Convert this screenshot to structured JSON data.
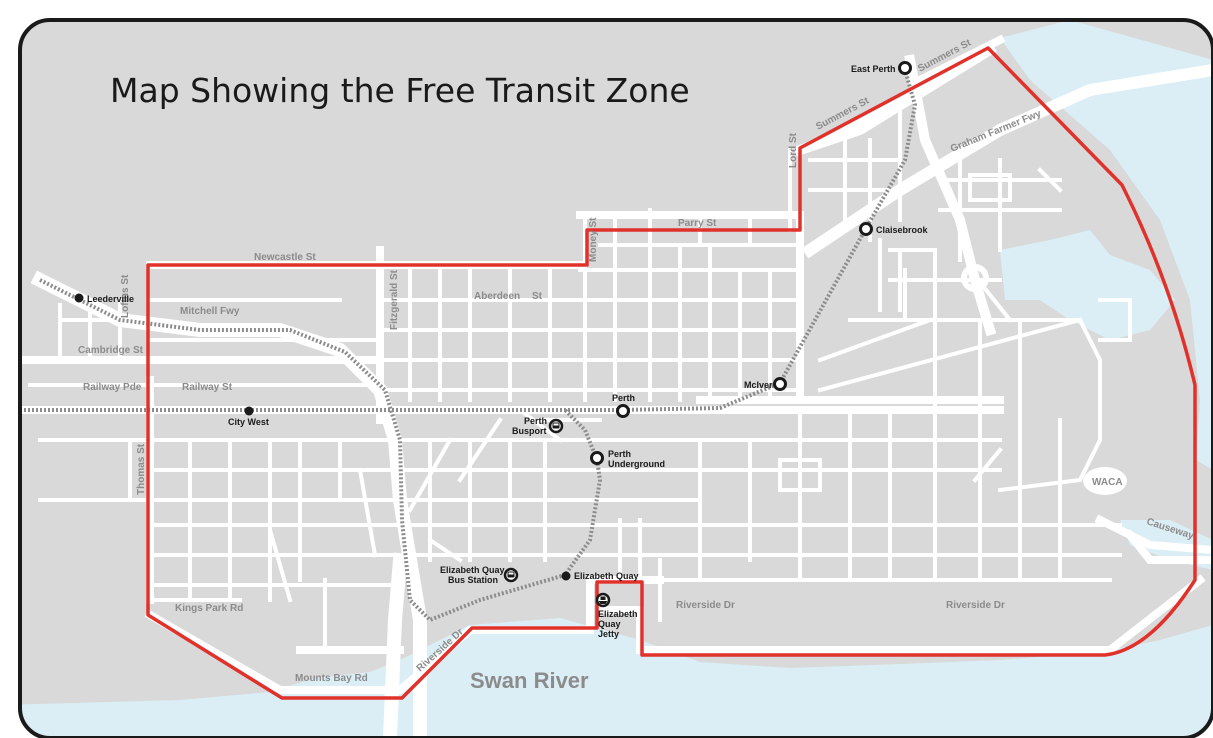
{
  "title": "Map Showing the Free Transit Zone",
  "colors": {
    "land": "#d9d9da",
    "water": "#dbeef6",
    "road": "#ffffff",
    "zone_border": "#e0312b",
    "rail": "#8c8c8c",
    "frame": "#1a1a1a"
  },
  "water_labels": {
    "swan_river": "Swan River"
  },
  "streets": {
    "newcastle": "Newcastle St",
    "mitchell": "Mitchell Fwy",
    "loftus": "Loftus St",
    "fitzgerald": "Fitzgerald St",
    "money": "Money St",
    "lord": "Lord St",
    "parry": "Parry St",
    "aberdeen": "Aberdeen",
    "aberdeen_st": "St",
    "summers1": "Summers St",
    "summers2": "Summers St",
    "graham": "Graham Farmer Fwy",
    "cambridge": "Cambridge St",
    "railway_pde": "Railway Pde",
    "railway_st": "Railway St",
    "thomas": "Thomas St",
    "kings_park": "Kings Park Rd",
    "mounts_bay": "Mounts Bay Rd",
    "riverside_w": "Riverside Dr",
    "riverside_m": "Riverside Dr",
    "riverside_e": "Riverside Dr",
    "causeway": "Causeway",
    "waca": "WACA"
  },
  "stations": {
    "east_perth": "East Perth",
    "claisebrook": "Claisebrook",
    "mciver": "McIver",
    "perth": "Perth",
    "perth_busport_1": "Perth",
    "perth_busport_2": "Busport",
    "perth_underground_1": "Perth",
    "perth_underground_2": "Underground",
    "leederville": "Leederville",
    "city_west": "City West",
    "eq_bus_1": "Elizabeth Quay",
    "eq_bus_2": "Bus Station",
    "eq": "Elizabeth Quay",
    "eq_jetty_1": "Elizabeth",
    "eq_jetty_2": "Quay",
    "eq_jetty_3": "Jetty"
  },
  "icons": {
    "train_station": "hollow-circle",
    "minor_station": "filled-dot",
    "bus_station": "bus-icon",
    "ferry_jetty": "ferry-icon"
  }
}
